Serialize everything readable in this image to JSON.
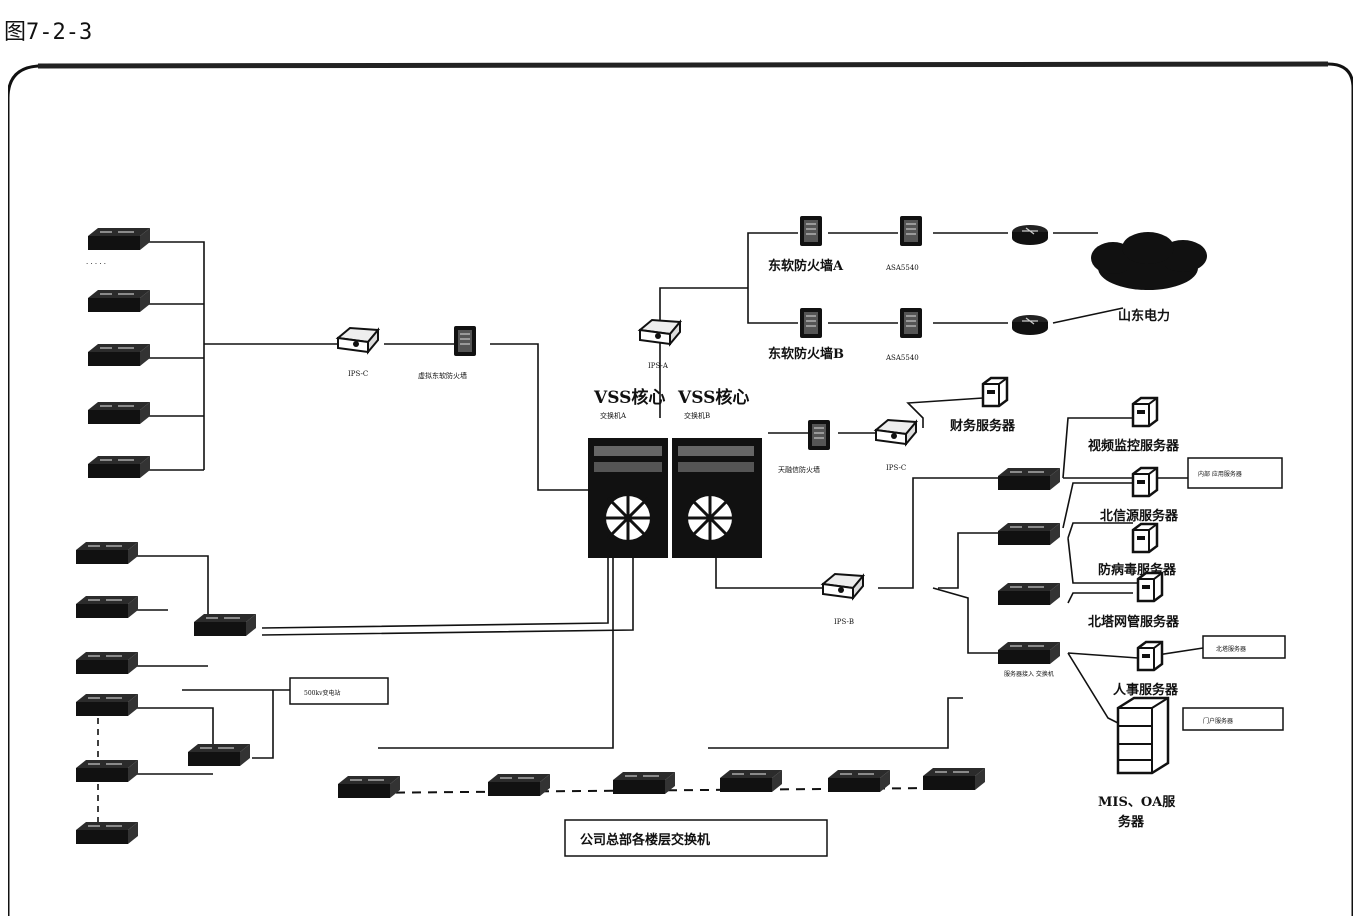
{
  "figure_label": "图7-2-3",
  "title": "",
  "nodes": {
    "cloud": "山东电力",
    "ext_fw_a": "东软防火墙A",
    "ext_fw_b": "东软防火墙B",
    "asa_a": "ASA5540",
    "asa_b": "ASA5540",
    "ips_a": "IPS-A",
    "ips_b": "IPS-B",
    "ips_c_left": "IPS-C",
    "ips_c_right": "IPS-C",
    "virt_fw": "虚拟东软防火墙",
    "vss_a": "VSS核心\n交换机A",
    "vss_b": "VSS核心\n交换机B",
    "tianrongxin_fw": "天融信防火墙",
    "finance_server": "财务服务器",
    "video_server": "视频监控服务器",
    "internal_app_box": "内部\n应用服务器",
    "beixin_server": "北信源服务器",
    "antivirus_server": "防病毒服务器",
    "beita_server": "北塔网管服务器",
    "hr_server": "人事服务器",
    "hr_box": "北塔服务器",
    "mis_server": "MIS、OA服\n务器",
    "mis_box": "门户服务器",
    "substation": "500kv变电站",
    "floor_group": "公司总部各楼层交换机",
    "server_access_sw": "服务器接入\n交换机"
  }
}
